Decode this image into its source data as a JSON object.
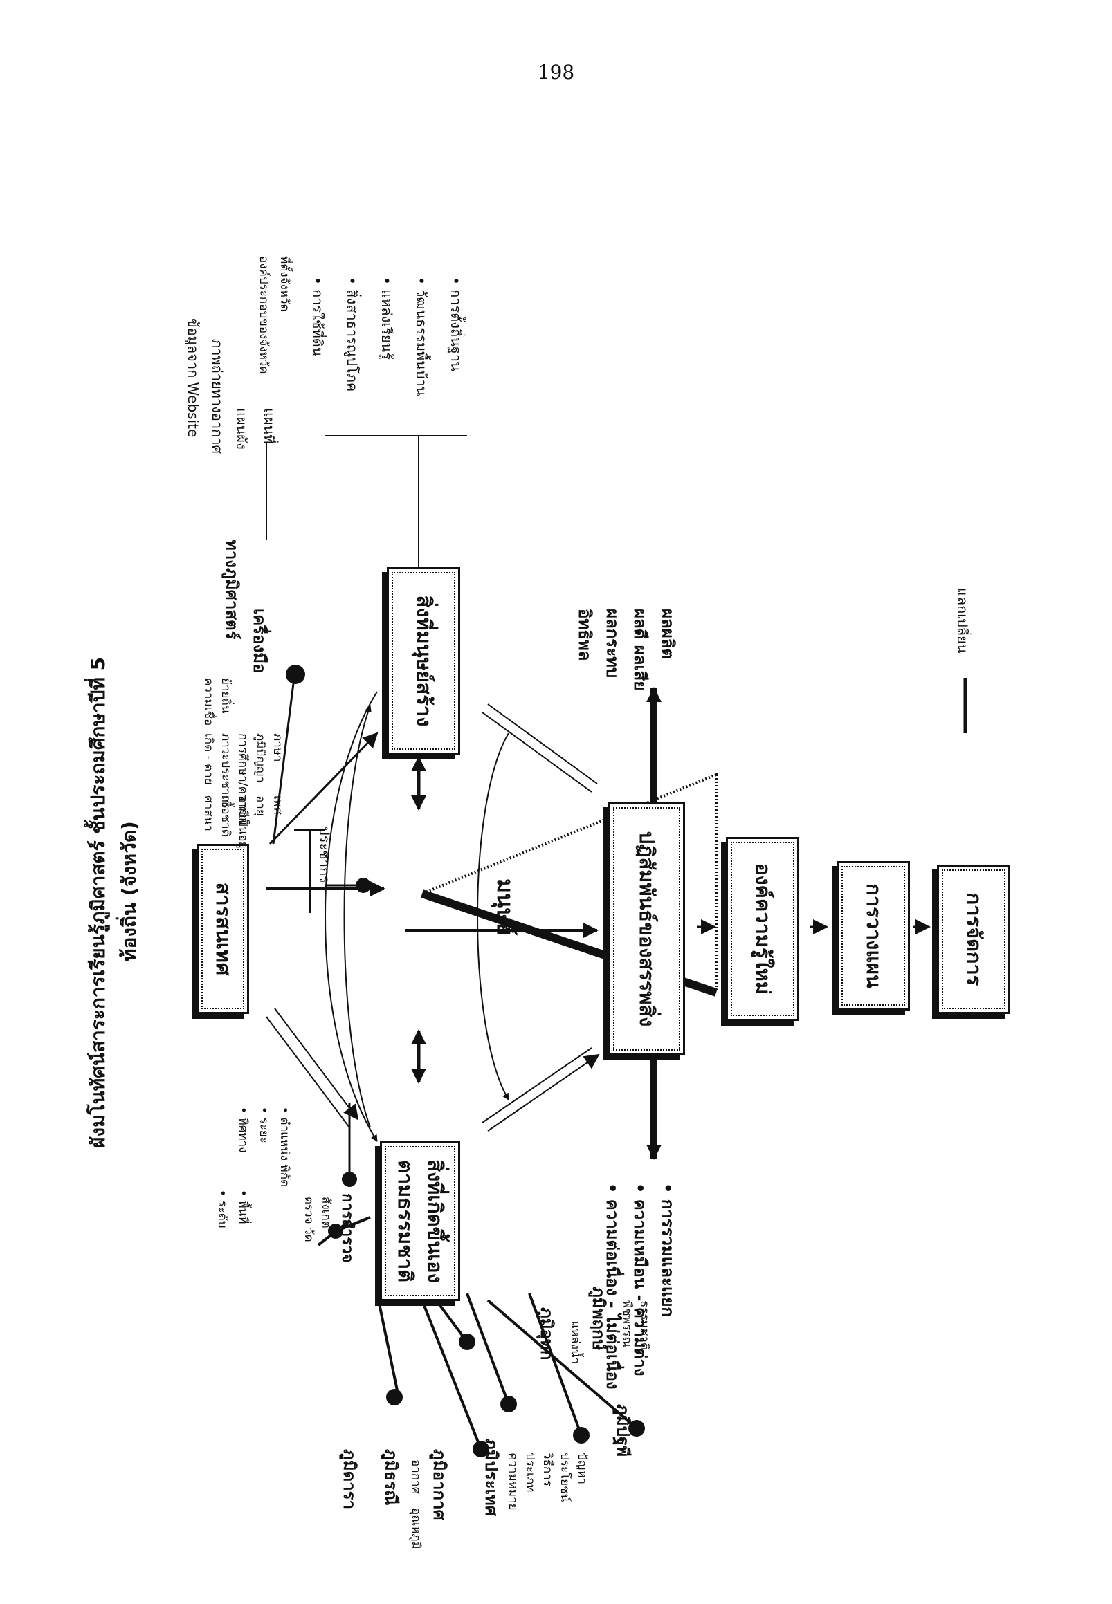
{
  "page_number": "198",
  "title": {
    "line1": "ผังมโนทัศน์สาระการเรียนรู้ภูมิศาสตร์ ชั้นประถมศึกษาปีที่ 5",
    "line2": "ท้องถิ่น (จังหวัด)"
  },
  "process_boxes": {
    "management": "การจัดการ",
    "planning": "การวางแผน",
    "new_knowledge": "องค์ความรู้ใหม่",
    "interaction": "ปฏิสัมพันธ์ของสรรพสิ่ง"
  },
  "exchange_label": "แลกเปลี่ยน",
  "human": "มนุษย์",
  "natural": {
    "line1": "สิ่งที่เกิดขึ้นเอง",
    "line2": "ตามธรรมชาติ"
  },
  "manmade": "สิ่งที่มนุษย์สร้าง",
  "geo_info": "สารสนเทศ",
  "interaction_outcomes": [
    "ผลผลิต",
    "ผลดี ผลเสีย",
    "ผลกระทบ",
    "อิทธิพล"
  ],
  "interaction_relations": [
    "การรวมและแยก",
    "ความเหมือน - ความต่าง",
    "ความต่อเนื่อง - ไม่ต่อเนื่อง"
  ],
  "manmade_items": [
    "การตั้งถิ่นฐาน",
    "วัฒนธรรมพื้นบ้าน",
    "แหล่งเรียนรู้",
    "สิ่งสาธารณูปโภค",
    "การใช้ที่ดิน"
  ],
  "tools": {
    "title_line1": "เครื่องมือ",
    "title_line2": "ทางภูมิศาสตร์",
    "map": "แผนที่",
    "map_sub": [
      "ที่ตั้งจังหวัด",
      "องค์ประกอบของจังหวัด"
    ],
    "plan": "แผนผัง",
    "aerial": "ภาพถ่ายทางอากาศ",
    "website": "ข้อมูลจาก Website"
  },
  "population": {
    "label": "ประชากร",
    "items": [
      "เพศ",
      "อายุ",
      "อาชีพ",
      "เชื้อชาติ",
      "ศาสนา",
      "ภาษา",
      "ภูมิปัญญา",
      "การศึกษา/ความเป็นอยู่",
      "ภาวะประชากร",
      "เกิด - ตาย",
      "ย้ายถิ่น",
      "ความเชื่อ"
    ]
  },
  "survey": {
    "label": "การสำรวจ",
    "items": [
      "สังเกต",
      "ตรวจ วัด"
    ],
    "bullets": [
      "ตำแหน่ง พิกัด",
      "ระยะ",
      "ทิศทาง",
      "พื้นที่",
      "ระดับ"
    ]
  },
  "features": {
    "star": "ภูมิดารา",
    "earth": "ภูมิธรณี",
    "climate": {
      "label": "ภูมิอากาศ",
      "items": [
        "อากาศ",
        "อุณหภูมิ"
      ]
    },
    "province": {
      "label": "ภูมิประเทศ",
      "items": [
        "ความหมาย",
        "ประเภท",
        "วิธีการ",
        "ประโยชน์",
        "ปัญหา"
      ]
    },
    "landform": "ภูมิปฐพี",
    "water": {
      "label": "ภูมิอุทก",
      "items": [
        "แหล่งน้ำ"
      ]
    },
    "plants": {
      "label": "ภูมิพฤกษ์",
      "items": [
        "พืชพรรณ",
        "ธรรมชาติ"
      ]
    }
  }
}
